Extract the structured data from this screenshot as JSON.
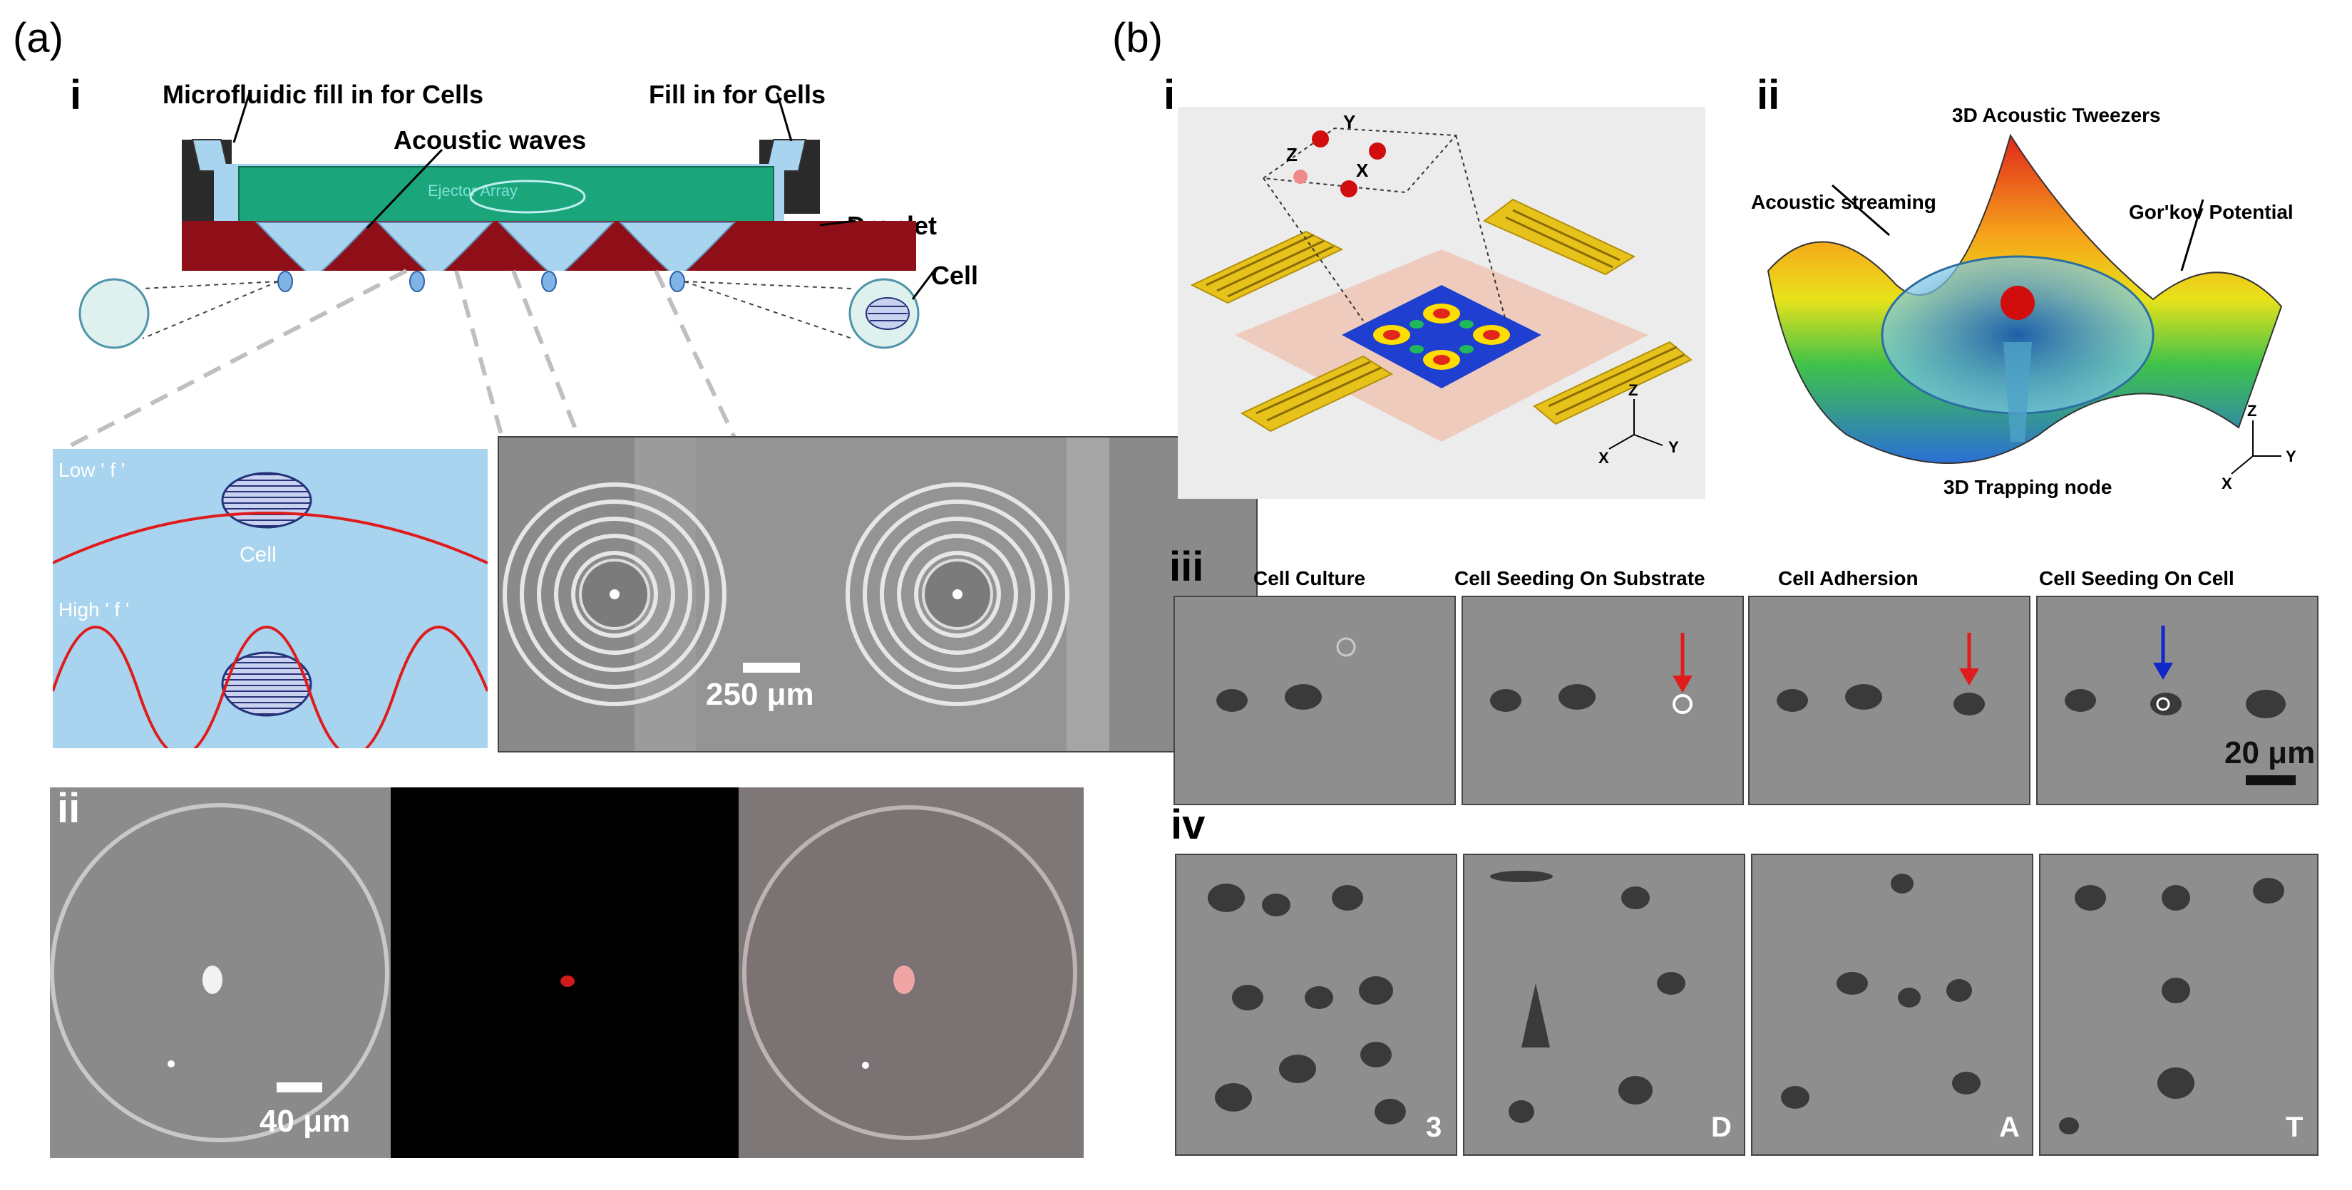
{
  "panels": {
    "a": {
      "letter": "(a)",
      "i": {
        "numeral": "i",
        "labels": {
          "microfluidic": "Microfluidic fill in for Cells",
          "fill_in": "Fill in for Cells",
          "acoustic_waves": "Acoustic waves",
          "ejector": "Ejector Array",
          "droplet": "Droplet",
          "cell": "Cell"
        },
        "zoom": {
          "low_f": "Low ' f '",
          "high_f": "High ' f '",
          "cell": "Cell"
        },
        "scale": "250 μm"
      },
      "ii": {
        "numeral": "ii",
        "scale": "40 μm"
      }
    },
    "b": {
      "letter": "(b)",
      "i": {
        "numeral": "i",
        "axes": {
          "x": "X",
          "y": "Y",
          "z": "Z"
        }
      },
      "ii": {
        "numeral": "ii",
        "title": "3D Acoustic Tweezers",
        "streaming": "Acoustic streaming",
        "gorkov": "Gor'kov Potential",
        "node": "3D Trapping node",
        "axes": {
          "x": "X",
          "y": "Y",
          "z": "Z"
        }
      },
      "iii": {
        "numeral": "iii",
        "headers": [
          "Cell Culture",
          "Cell Seeding On Substrate",
          "Cell Adhersion",
          "Cell Seeding On Cell"
        ],
        "scale": "20 μm"
      },
      "iv": {
        "numeral": "iv",
        "letters": [
          "3",
          "D",
          "A",
          "T"
        ]
      }
    }
  },
  "colors": {
    "fluid": "#a9d4ef",
    "green_top": "#1aa57a",
    "dark_red": "#8e0f17",
    "black_frame": "#2a2a2a",
    "gold": "#e6c21a",
    "red_arrow": "#e01b1b",
    "blue_arrow": "#1028c8"
  }
}
